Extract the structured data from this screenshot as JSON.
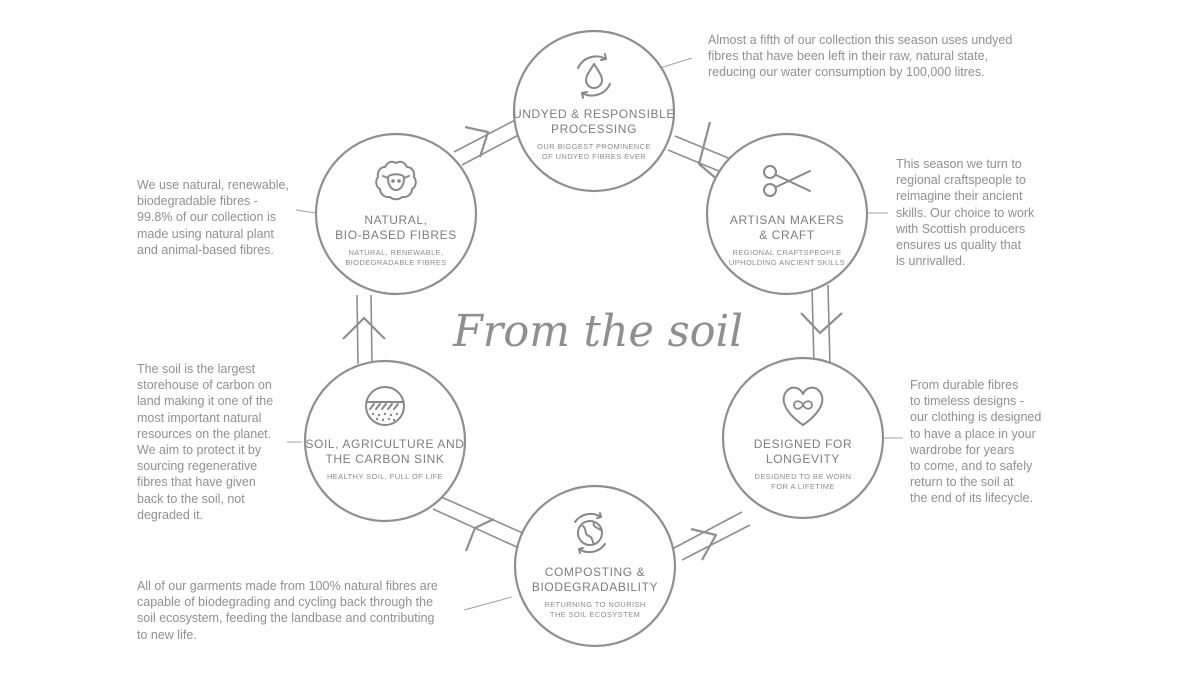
{
  "center_title": "From the soil",
  "nodes": [
    {
      "id": "undyed",
      "icon": "water-drop-cycle-icon",
      "title": [
        "UNDYED & RESPONSIBLE",
        "PROCESSING"
      ],
      "subtitle": [
        "OUR BIGGEST PROMINENCE",
        "OF UNDYED FIBRES EVER"
      ]
    },
    {
      "id": "artisan",
      "icon": "scissors-icon",
      "title": [
        "ARTISAN MAKERS",
        "& CRAFT"
      ],
      "subtitle": [
        "REGIONAL CRAFTSPEOPLE",
        "UPHOLDING ANCIENT SKILLS"
      ]
    },
    {
      "id": "longevity",
      "icon": "heart-infinity-icon",
      "title": [
        "DESIGNED FOR",
        "LONGEVITY"
      ],
      "subtitle": [
        "DESIGNED TO BE WORN",
        "FOR A LIFETIME"
      ]
    },
    {
      "id": "composting",
      "icon": "globe-cycle-icon",
      "title": [
        "COMPOSTING &",
        "BIODEGRADABILITY"
      ],
      "subtitle": [
        "RETURNING TO NOURISH",
        "THE SOIL ECOSYSTEM"
      ]
    },
    {
      "id": "soil",
      "icon": "soil-layers-icon",
      "title": [
        "SOIL, AGRICULTURE AND",
        "THE CARBON SINK"
      ],
      "subtitle": [
        "HEALTHY SOIL, FULL OF LIFE"
      ]
    },
    {
      "id": "natural",
      "icon": "sheep-icon",
      "title": [
        "NATURAL,",
        "BIO-BASED FIBRES"
      ],
      "subtitle": [
        "NATURAL, RENEWABLE,",
        "BIODEGRADABLE FIBRES"
      ]
    }
  ],
  "descriptions": {
    "undyed": [
      "Almost a fifth of our collection this season uses undyed",
      "fibres that have been left in their raw, natural state,",
      "reducing our water consumption by 100,000 litres."
    ],
    "artisan": [
      "This season we turn to",
      "regional craftspeople to",
      "reimagine their ancient",
      "skills. Our choice to work",
      "with Scottish producers",
      "ensures us quality that",
      "is unrivalled."
    ],
    "longevity": [
      "From durable fibres",
      "to timeless designs -",
      "our clothing is designed",
      "to have a place in your",
      "wardrobe for years",
      "to come, and to safely",
      "return to the soil at",
      "the end of its lifecycle."
    ],
    "composting": [
      "All of our garments made from 100% natural fibres are",
      "capable of biodegrading and cycling back through the",
      "soil ecosystem, feeding the landbase and contributing",
      "to new life."
    ],
    "soil": [
      "The soil is the largest",
      "storehouse of carbon on",
      "land making it one of the",
      "most important natural",
      "resources on the planet.",
      "We aim to protect it by",
      "sourcing regenerative",
      "fibres that have given",
      "back to the soil, not",
      "degraded it."
    ],
    "natural": [
      "We use natural, renewable,",
      "biodegradable fibres -",
      "99.8% of our collection is",
      "made using natural plant",
      "and animal-based fibres."
    ]
  }
}
